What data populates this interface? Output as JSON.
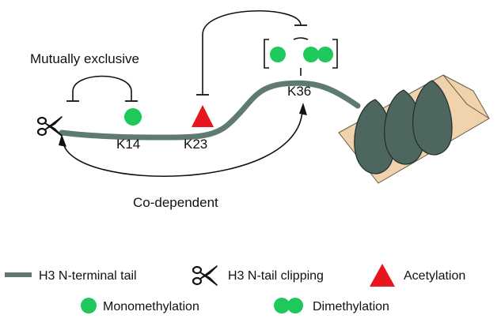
{
  "colors": {
    "tail": "#5f7a70",
    "green": "#1ec85a",
    "red": "#e8141e",
    "nucleosome_body": "#f0d3ad",
    "nucleosome_coil": "#4d6660",
    "line": "#111111"
  },
  "labels": {
    "mutually_exclusive": "Mutually exclusive",
    "co_dependent": "Co-dependent",
    "k14": "K14",
    "k23": "K23",
    "k36": "K36"
  },
  "legend": {
    "tail": "H3 N-terminal tail",
    "clipping": "H3 N-tail clipping",
    "acetylation": "Acetylation",
    "monomethylation": "Monomethylation",
    "dimethylation": "Dimethylation"
  },
  "icons": {
    "scissors": "scissors-icon",
    "monomethyl": "green-circle-icon",
    "dimethyl": "double-green-circle-icon",
    "acetyl": "red-triangle-icon"
  }
}
